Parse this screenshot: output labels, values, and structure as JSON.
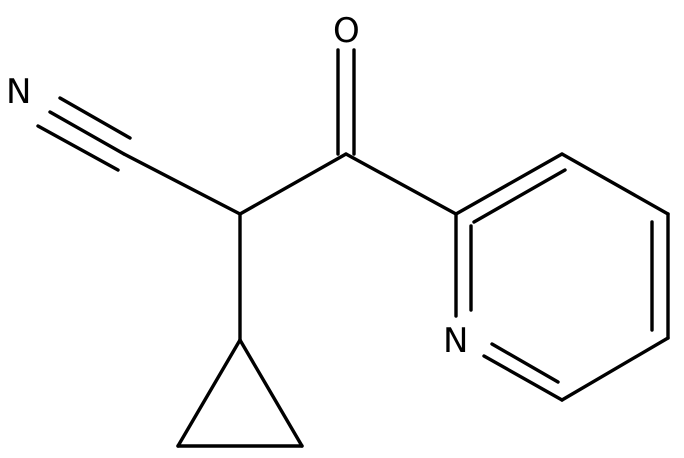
{
  "molecule": {
    "atoms": {
      "nitrile_nitrogen": "N",
      "carbonyl_oxygen": "O",
      "pyridine_nitrogen": "N"
    },
    "line_color": "#000000",
    "background_color": "#ffffff"
  }
}
